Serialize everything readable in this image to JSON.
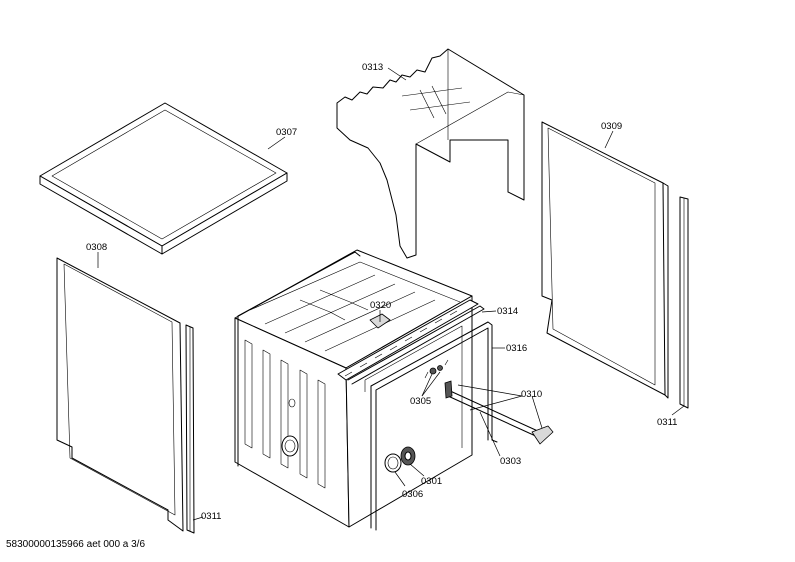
{
  "document": {
    "footer_id": "58300000135966 aet 000 a 3/6"
  },
  "callouts": {
    "c0307": "0307",
    "c0313": "0313",
    "c0309": "0309",
    "c0308": "0308",
    "c0311_left": "0311",
    "c0311_right": "0311",
    "c0320": "0320",
    "c0314": "0314",
    "c0316": "0316",
    "c0310": "0310",
    "c0305": "0305",
    "c0303": "0303",
    "c0301": "0301",
    "c0306": "0306"
  }
}
